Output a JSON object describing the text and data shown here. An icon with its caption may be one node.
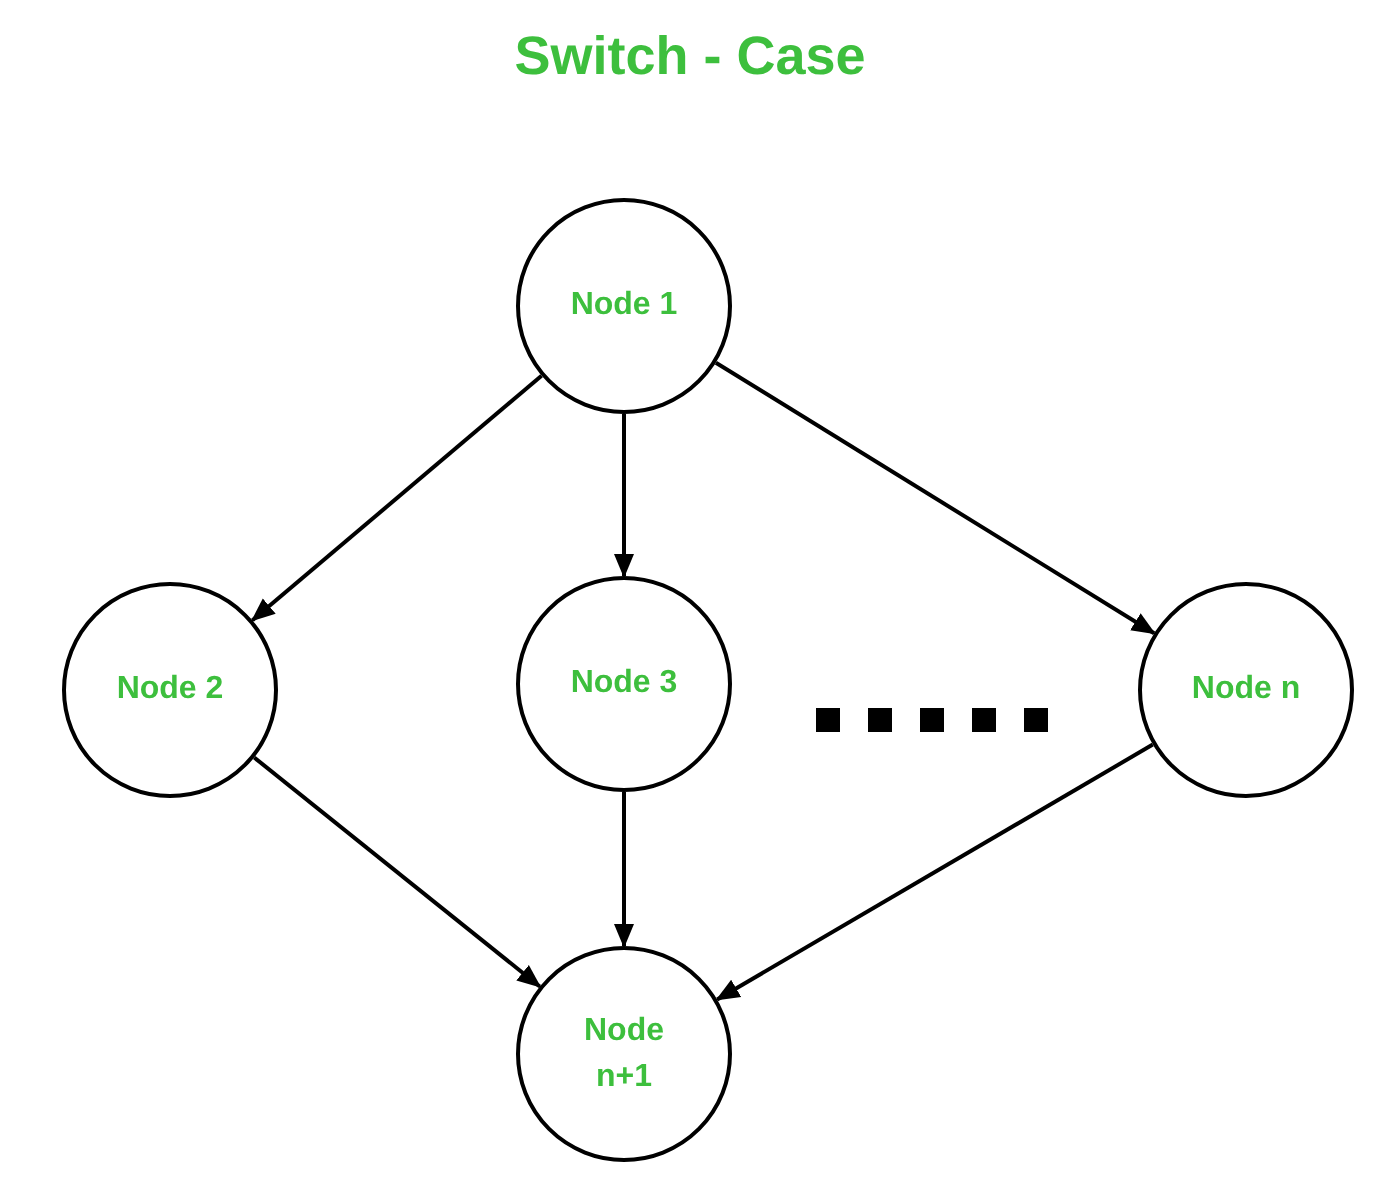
{
  "diagram": {
    "title": "Switch - Case",
    "nodes": [
      {
        "text": [
          "Node 1"
        ]
      },
      {
        "text": [
          "Node 2"
        ]
      },
      {
        "text": [
          "Node 3"
        ]
      },
      {
        "text": [
          "Node n"
        ]
      },
      {
        "text": [
          "Node n+1"
        ]
      }
    ],
    "edges": [
      {
        "from": 0,
        "to": 1,
        "arrow": "to"
      },
      {
        "from": 0,
        "to": 2,
        "arrow": "to"
      },
      {
        "from": 0,
        "to": 3,
        "arrow": "to"
      },
      {
        "from": 1,
        "to": 4,
        "arrow": "to"
      },
      {
        "from": 2,
        "to": 4,
        "arrow": "to"
      },
      {
        "from": 3,
        "to": 4,
        "arrow": "to"
      }
    ]
  }
}
